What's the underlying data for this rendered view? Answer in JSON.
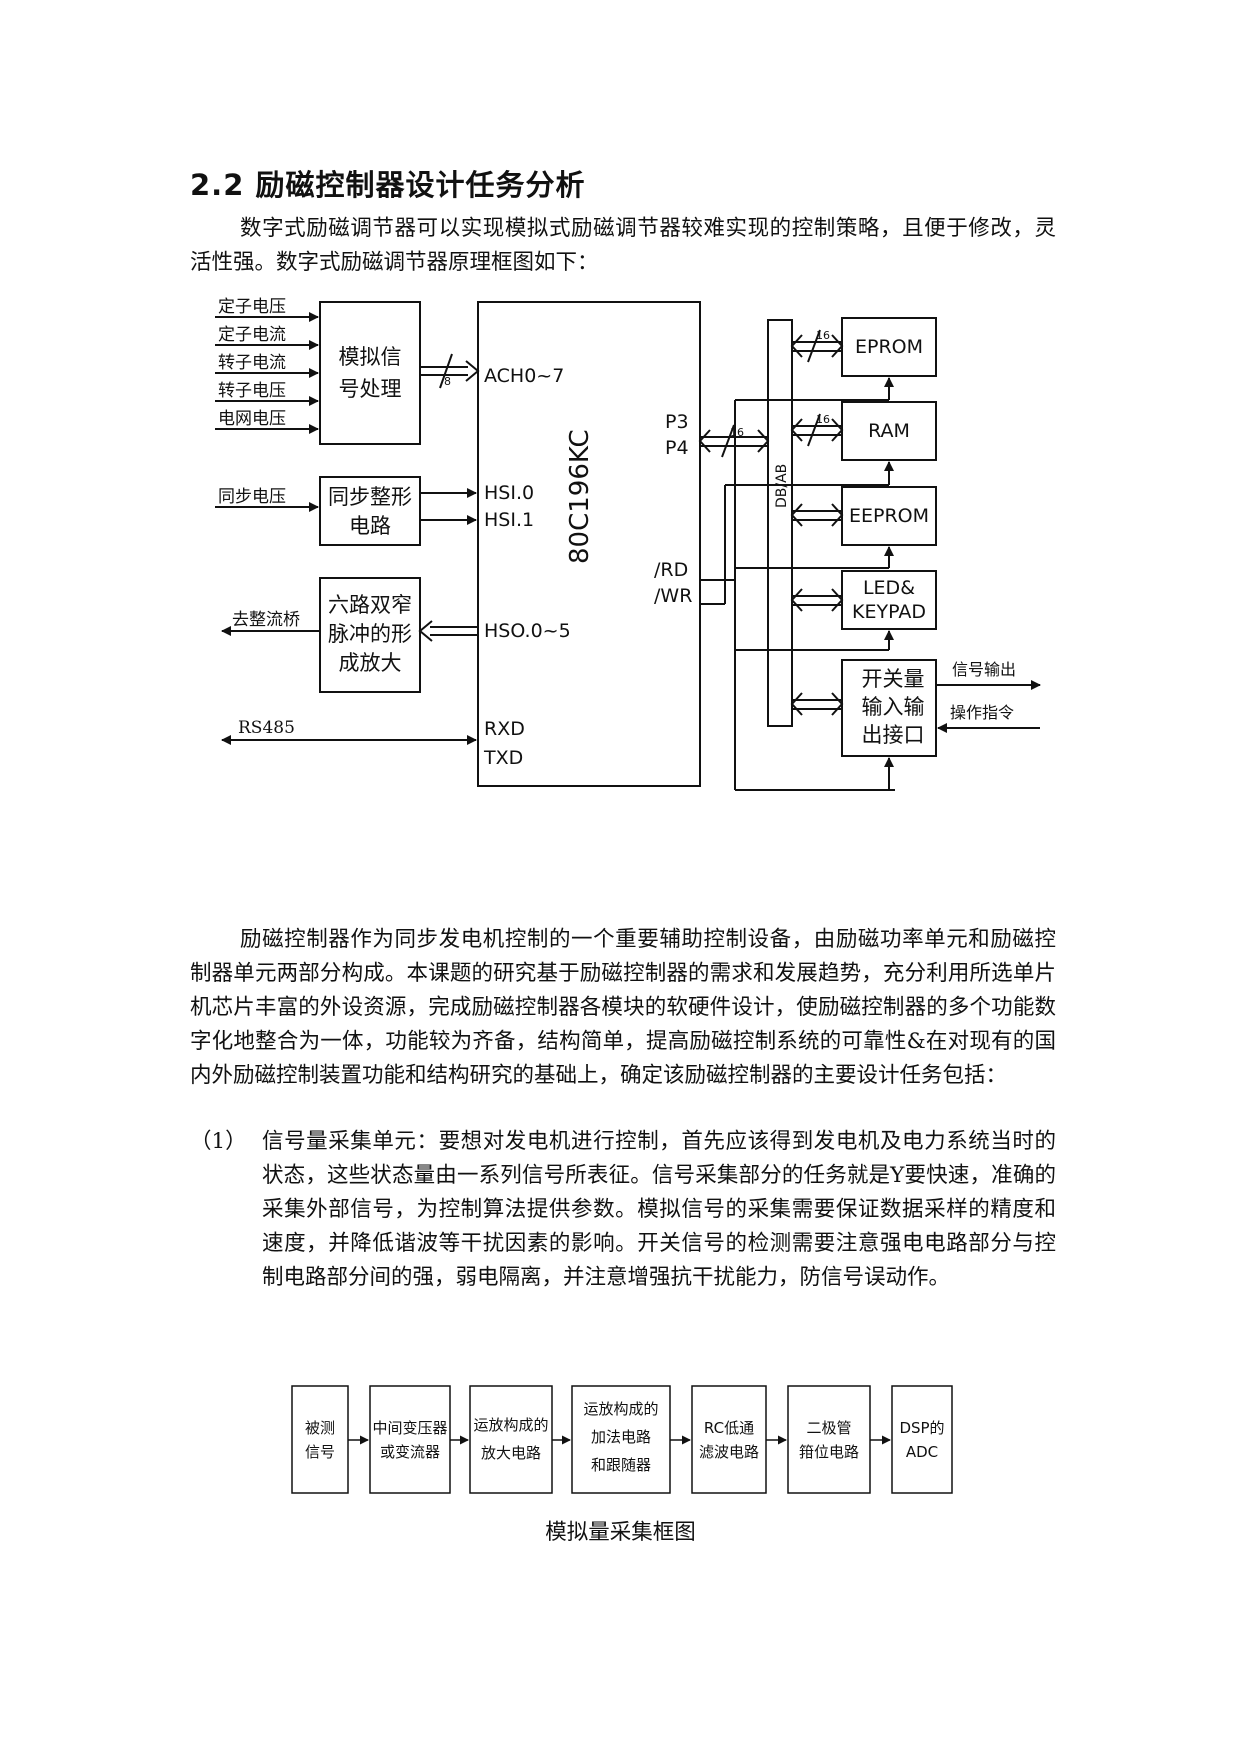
{
  "section": {
    "heading": "2.2 励磁控制器设计任务分析",
    "intro": "数字式励磁调节器可以实现模拟式励磁调节器较难实现的控制策略，且便于修改，灵活性强。数字式励磁调节器原理框图如下："
  },
  "diagram1": {
    "inputs": [
      "定子电压",
      "定子电流",
      "转子电流",
      "转子电压",
      "电网电压"
    ],
    "analog_block": [
      "模拟信",
      "号处理"
    ],
    "bus8": "8",
    "sync_input": "同步电压",
    "sync_block": [
      "同步整形",
      "电路"
    ],
    "pulse_block": [
      "六路双窄",
      "脉冲的形",
      "成放大"
    ],
    "pulse_output": "去整流桥",
    "rs485": "RS485",
    "cpu": "80C196KC",
    "pins": {
      "ach": "ACH0~7",
      "hsi0": "HSI.0",
      "hsi1": "HSI.1",
      "hso": "HSO.0~5",
      "rxd": "RXD",
      "txd": "TXD",
      "p3": "P3",
      "p4": "P4",
      "rd": "/RD",
      "wr": "/WR"
    },
    "bus16": "16",
    "dbab": "DB/AB",
    "eprom": "EPROM",
    "ram": "RAM",
    "eeprom": "EEPROM",
    "led": [
      "LED&",
      "KEYPAD"
    ],
    "switch_block": [
      "开关量",
      "输入输",
      "出接口"
    ],
    "signal_out": "信号输出",
    "command_in": "操作指令"
  },
  "para2": "励磁控制器作为同步发电机控制的一个重要辅助控制设备，由励磁功率单元和励磁控制器单元两部分构成。本课题的研究基于励磁控制器的需求和发展趋势，充分利用所选单片机芯片丰富的外设资源，完成励磁控制器各模块的软硬件设计，使励磁控制器的多个功能数字化地整合为一体，功能较为齐备，结构简单，提高励磁控制系统的可靠性&在对现有的国内外励磁控制装置功能和结构研究的基础上，确定该励磁控制器的主要设计任务包括：",
  "list_item": {
    "number": "（1）",
    "text": "信号量采集单元：要想对发电机进行控制，首先应该得到发电机及电力系统当时的状态，这些状态量由一系列信号所表征。信号采集部分的任务就是Y要快速，准确的采集外部信号，为控制算法提供参数。模拟信号的采集需要保证数据采样的精度和速度，并降低谐波等干扰因素的影响。开关信号的检测需要注意强电电路部分与控制电路部分间的强，弱电隔离，并注意增强抗干扰能力，防信号误动作。"
  },
  "diagram2": {
    "blocks": [
      [
        "被测",
        "信号"
      ],
      [
        "中间变压器",
        "或变流器"
      ],
      [
        "运放构成的",
        "放大电路"
      ],
      [
        "运放构成的",
        "加法电路",
        "和跟随器"
      ],
      [
        "RC低通",
        "滤波电路"
      ],
      [
        "二极管",
        "箝位电路"
      ],
      [
        "DSP的",
        "ADC"
      ]
    ],
    "caption": "模拟量采集框图"
  }
}
